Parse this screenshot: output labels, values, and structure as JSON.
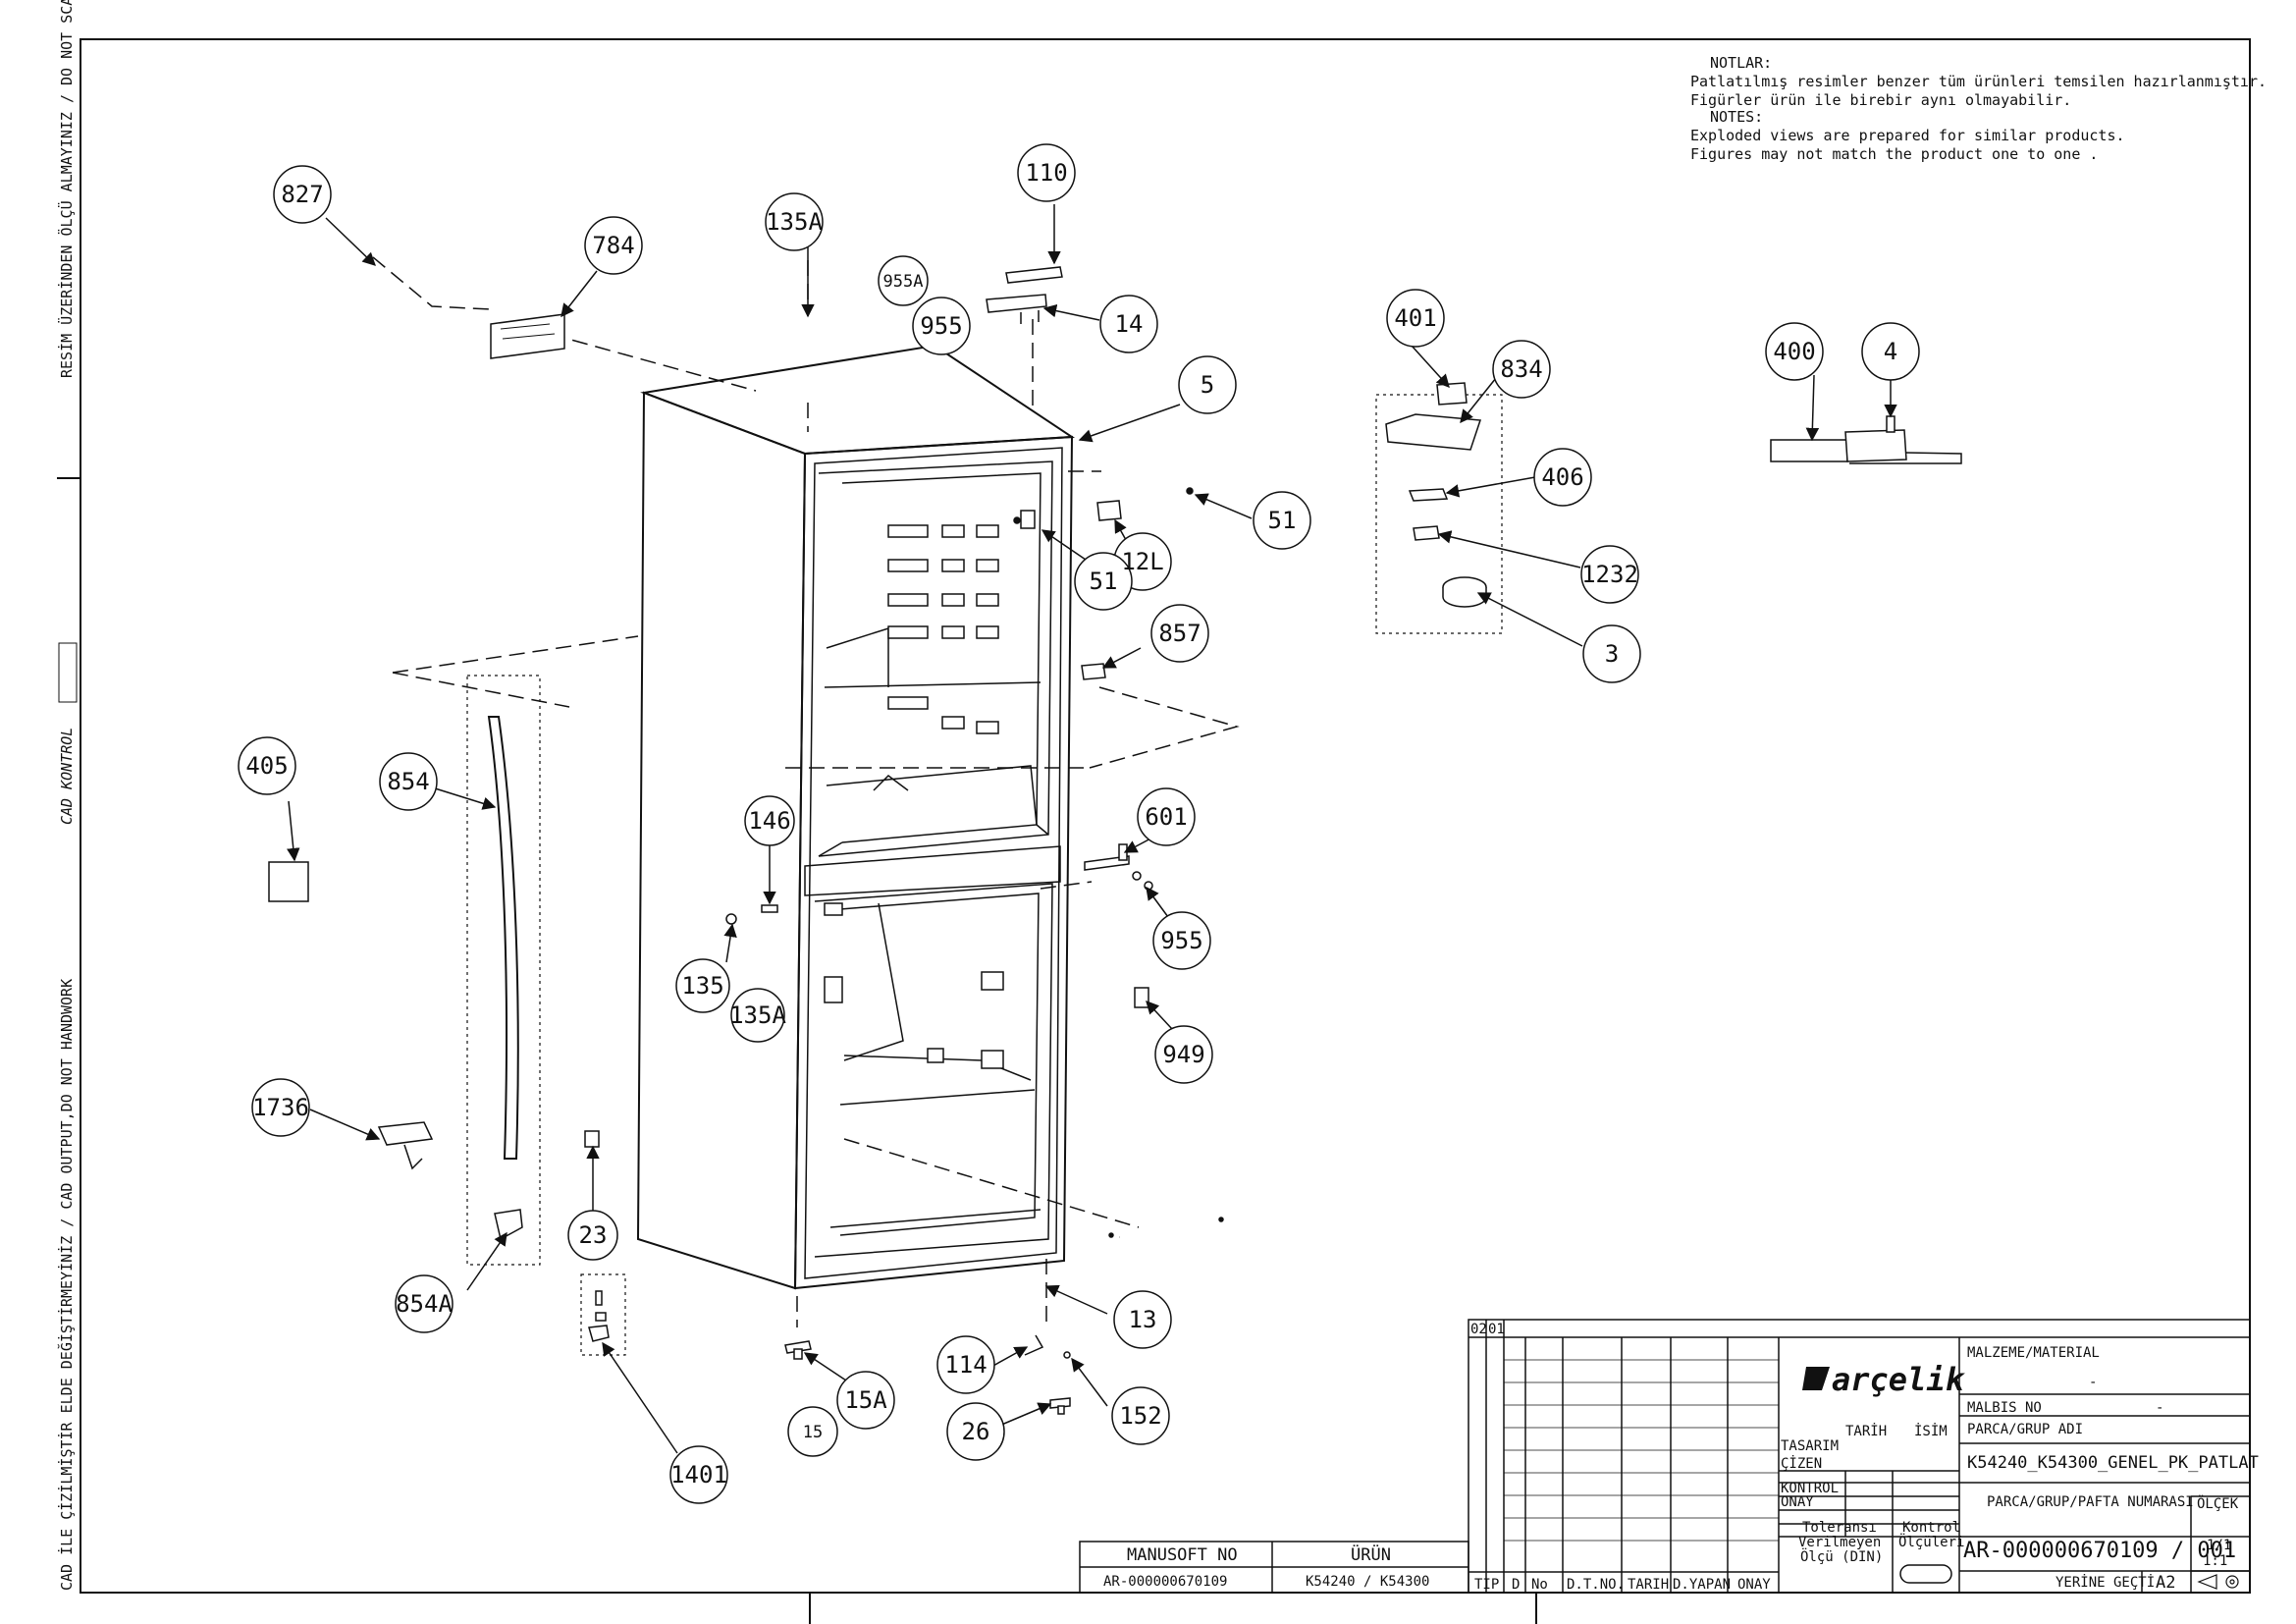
{
  "side_labels": {
    "top": "RESİM ÜZERİNDEN ÖLÇÜ ALMAYINIZ / DO NOT SCALE",
    "middle": "CAD KONTROL",
    "bottom": "CAD İLE ÇİZİLMİŞTİR ELDE DEĞİŞTİRMEYİNİZ / CAD OUTPUT,DO NOT HANDWORK"
  },
  "notes": {
    "tr_header": "NOTLAR:",
    "tr_line1": "Patlatılmış  resimler benzer tüm ürünleri temsilen  hazırlanmıştır.",
    "tr_line2": "Figürler ürün ile birebir aynı olmayabilir.",
    "en_header": "NOTES:",
    "en_line1": "Exploded views are prepared for similar products.",
    "en_line2": "Figures  may not match the product one to one ."
  },
  "callouts": {
    "c827": "827",
    "c784": "784",
    "c135A_top": "135A",
    "c110": "110",
    "c955A": "955A",
    "c955_top": "955",
    "c14": "14",
    "c5": "5",
    "c51_right": "51",
    "c12L": "12L",
    "c51_mid": "51",
    "c857": "857",
    "c401": "401",
    "c834": "834",
    "c406": "406",
    "c1232": "1232",
    "c3": "3",
    "c400": "400",
    "c4": "4",
    "c405": "405",
    "c854": "854",
    "c146": "146",
    "c135": "135",
    "c135A_bot": "135A",
    "c601": "601",
    "c955_bot": "955",
    "c949": "949",
    "c1736": "1736",
    "c23": "23",
    "c854A": "854A",
    "c13": "13",
    "c114": "114",
    "c15A": "15A",
    "c15": "15",
    "c26": "26",
    "c152": "152",
    "c1401": "1401"
  },
  "title_block": {
    "rev_01": "01",
    "rev_02": "02",
    "brand": "arçelik",
    "material_label": "MALZEME/MATERIAL",
    "material_value": "-",
    "malbis_label": "MALBIS NO",
    "malbis_value": "-",
    "part_name_label": "PARCA/GRUP ADI",
    "part_name_value": "K54240_K54300_GENEL_PK_PATLAT",
    "part_number_label": "PARCA/GRUP/PAFTA NUMARASI",
    "scale_label": "ÖLÇEK",
    "scale_value": "1:1",
    "part_number_value": "AR-000000670109 / 001",
    "sheet_fraction": "1/1",
    "tarih": "TARİH",
    "isim": "İSİM",
    "tasarim": "TASARIM",
    "cizen": "ÇİZEN",
    "kontrol": "KONTROL",
    "onay": "ONAY",
    "tolerance_1": "Toleransı",
    "tolerance_2": "Verilmeyen",
    "tolerance_3": "Ölçü (DIN)",
    "control_1": "Kontrol",
    "control_2": "Ölçüleri",
    "replaces": "YERİNE GEÇTİ",
    "size": "A2",
    "col_tip": "TIP",
    "col_d": "D",
    "col_no": "No",
    "col_dtno": "D.T.NO.",
    "col_tarih": "TARIH",
    "col_dyapan": "D.YAPAN",
    "col_onay": "ONAY",
    "manusoft_label": "MANUSOFT NO",
    "manusoft_value": "AR-000000670109",
    "urun_label": "ÜRÜN",
    "urun_value": "K54240 / K54300"
  }
}
